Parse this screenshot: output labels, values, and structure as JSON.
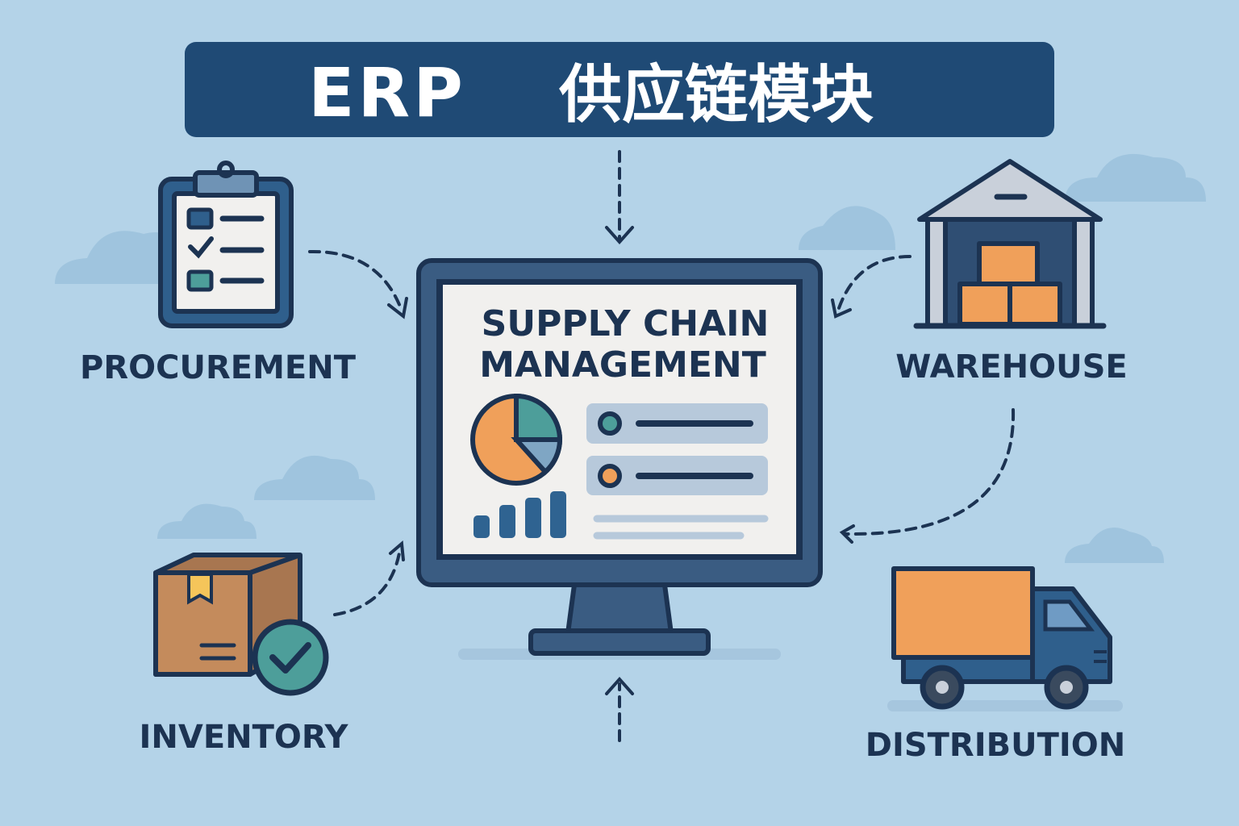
{
  "title": {
    "latin": "ERP",
    "chinese": "供应链模块"
  },
  "center": {
    "line1": "SUPPLY CHAIN",
    "line2": "MANAGEMENT"
  },
  "nodes": {
    "procurement": "PROCUREMENT",
    "warehouse": "WAREHOUSE",
    "inventory": "INVENTORY",
    "distribution": "DISTRIBUTION"
  },
  "colors": {
    "background": "#b4d3e8",
    "title_bar": "#1f4a75",
    "outline": "#1c3352",
    "orange": "#f0a05a",
    "teal": "#4d9e9a",
    "steel": "#a9bfd4"
  }
}
